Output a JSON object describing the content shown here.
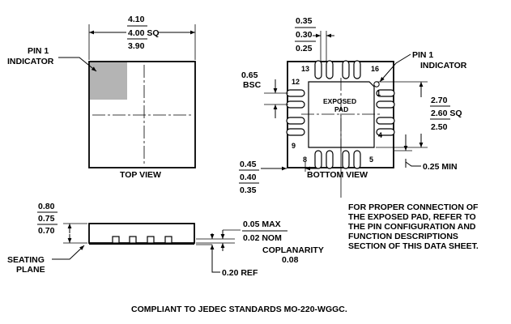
{
  "top_view": {
    "dim_max": "4.10",
    "dim_nom": "4.00 SQ",
    "dim_min": "3.90",
    "pin1_line1": "PIN 1",
    "pin1_line2": "INDICATOR",
    "label": "TOP VIEW",
    "indicator_color": "#b4b4b4"
  },
  "bottom_view": {
    "pin_w_max": "0.35",
    "pin_w_nom": "0.30",
    "pin_w_min": "0.25",
    "pitch_line1": "0.65",
    "pitch_line2": "BSC",
    "pin1_line1": "PIN 1",
    "pin1_line2": "INDICATOR",
    "pad_max": "2.70",
    "pad_nom": "2.60 SQ",
    "pad_min": "2.50",
    "min_clear": "0.25 MIN",
    "len_max": "0.45",
    "len_nom": "0.40",
    "len_min": "0.35",
    "label": "BOTTOM VIEW",
    "pad_line1": "EXPOSED",
    "pad_line2": "PAD",
    "pin_13": "13",
    "pin_16": "16",
    "pin_12": "12",
    "pin_1": "1",
    "pin_4": "4",
    "pin_9": "9",
    "pin_8": "8",
    "pin_5": "5"
  },
  "side_view": {
    "h_max": "0.80",
    "h_nom": "0.75",
    "h_min": "0.70",
    "standoff_max": "0.05 MAX",
    "standoff_nom": "0.02 NOM",
    "coplanarity_label": "COPLANARITY",
    "coplanarity_value": "0.08",
    "seating_line1": "SEATING",
    "seating_line2": "PLANE",
    "ref": "0.20 REF"
  },
  "note": {
    "line1": "FOR PROPER CONNECTION OF",
    "line2": "THE EXPOSED PAD, REFER TO",
    "line3": "THE PIN CONFIGURATION AND",
    "line4": "FUNCTION DESCRIPTIONS",
    "line5": "SECTION OF THIS DATA SHEET."
  },
  "footer": "COMPLIANT TO JEDEC STANDARDS MO-220-WGGC."
}
